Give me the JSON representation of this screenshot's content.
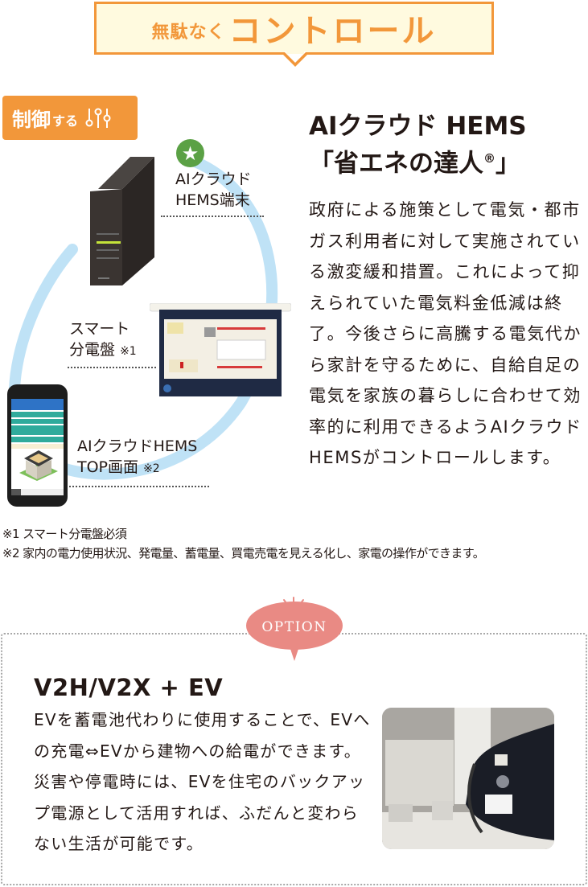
{
  "banner": {
    "small_text": "無駄なく",
    "big_text": "コントロール"
  },
  "control_badge": {
    "main": "制御",
    "suffix": "する",
    "icon": "sliders-icon"
  },
  "diagram": {
    "terminal_icon": "star-icon",
    "terminal_label": [
      "AIクラウド",
      "HEMS端末"
    ],
    "board_label": [
      "スマート",
      "分電盤"
    ],
    "board_note": "※1",
    "app_label": [
      "AIクラウドHEMS",
      "TOP画面"
    ],
    "app_note": "※2"
  },
  "hems": {
    "title_line1": "AIクラウド HEMS",
    "title_line2_pre": "「省エネの達人",
    "title_reg": "®",
    "title_line2_post": "」",
    "body": "政府による施策として電気・都市ガス利用者に対して実施されている激変緩和措置。これによって抑えられていた電気料金低減は終了。今後さらに高騰する電気代から家計を守るために、自給自足の電気を家族の暮らしに合わせて効率的に利用できるようAIクラウドHEMSがコントロールします。"
  },
  "footnotes": [
    "※1 スマート分電盤必須",
    "※2 家内の電力使用状況、発電量、蓄電量、買電売電を見える化し、家電の操作ができます。"
  ],
  "option": {
    "badge": "OPTION",
    "title": "V2H/V2X + EV",
    "body": "EVを蓄電池代わりに使用することで、EVへの充電⇔EVから建物への給電ができます。災害や停電時には、EVを住宅のバックアップ電源として活用すれば、ふだんと変わらない生活が可能です。"
  },
  "colors": {
    "accent_orange": "#f2973a",
    "banner_bg": "#fffadf",
    "option_pink": "#e98a84",
    "star_green": "#5ba145",
    "arc_blue": "#bfe2f6"
  }
}
